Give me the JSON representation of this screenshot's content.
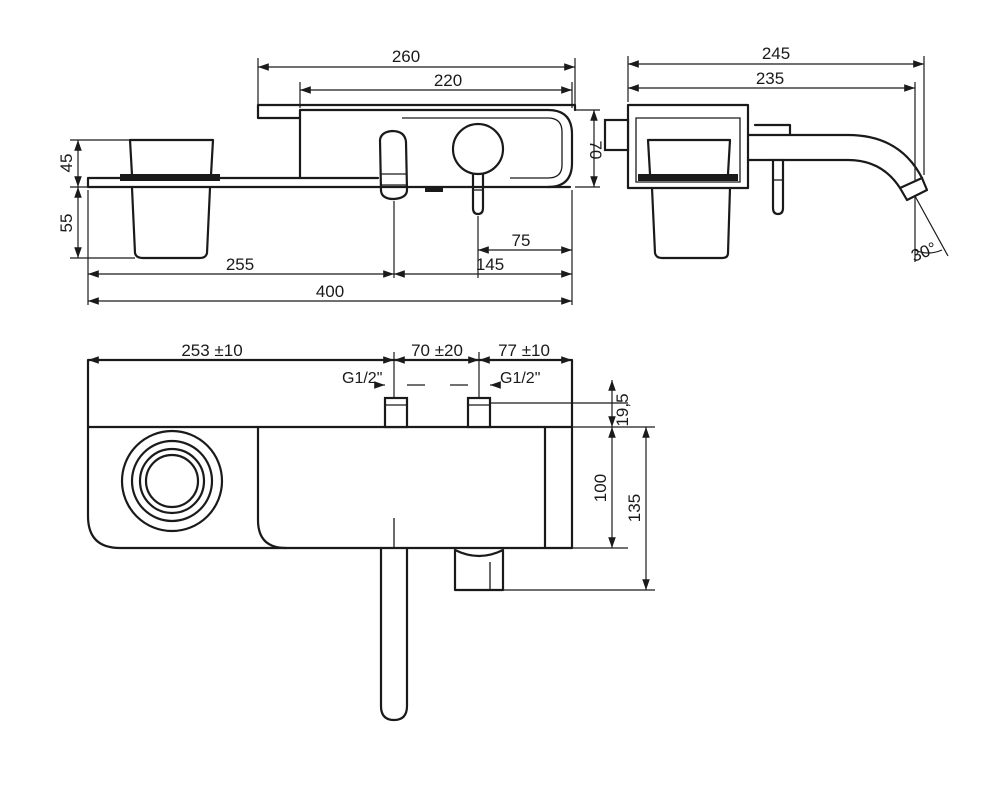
{
  "front_view": {
    "dim_total_width": "400",
    "dim_spout_offset": "255",
    "dim_handle_offset": "145",
    "dim_lever_offset": "75",
    "dim_top_width": "260",
    "dim_body_width": "220",
    "dim_height_total": "70",
    "dim_cup_upper": "45",
    "dim_cup_lower": "55"
  },
  "side_view": {
    "dim_total_depth": "245",
    "dim_spout_depth": "235",
    "dim_spout_angle": "30°"
  },
  "top_view": {
    "dim_left": "253 ±10",
    "dim_mid": "70 ±20",
    "dim_right": "77 ±10",
    "thread_left": "G1/2\"",
    "thread_right": "G1/2\"",
    "dim_small": "19,5",
    "dim_body": "100",
    "dim_overall": "135"
  }
}
